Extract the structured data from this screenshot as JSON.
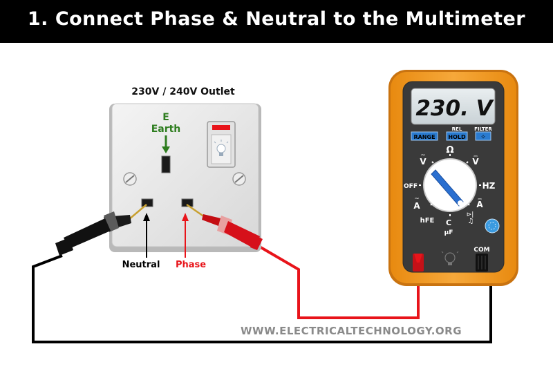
{
  "title": "1. Connect Phase & Neutral to the Multimeter",
  "outlet": {
    "label": "230V / 240V Outlet",
    "earth_letter": "E",
    "earth_label": "Earth",
    "neutral_label": "Neutral",
    "phase_label": "Phase"
  },
  "multimeter": {
    "display": "230. V",
    "buttons": {
      "range": "RANGE",
      "hold": "HOLD",
      "rel": "REL",
      "filter": "FILTER"
    },
    "dial": {
      "ohm": "Ω",
      "v_ac": "V",
      "v_dc": "V",
      "off": "OFF",
      "hz": "HZ",
      "a_ac": "A",
      "a_dc": "A",
      "hfe": "hFE",
      "cap": "C",
      "uf": "µF"
    },
    "com_label": "COM"
  },
  "watermark": "WWW.ELECTRICALTECHNOLOGY.ORG",
  "colors": {
    "earth": "#2e7d1f",
    "phase": "#e8141a",
    "neutral": "#000000",
    "meter_body": "#f39a1e",
    "meter_face": "#3a3a3a"
  }
}
